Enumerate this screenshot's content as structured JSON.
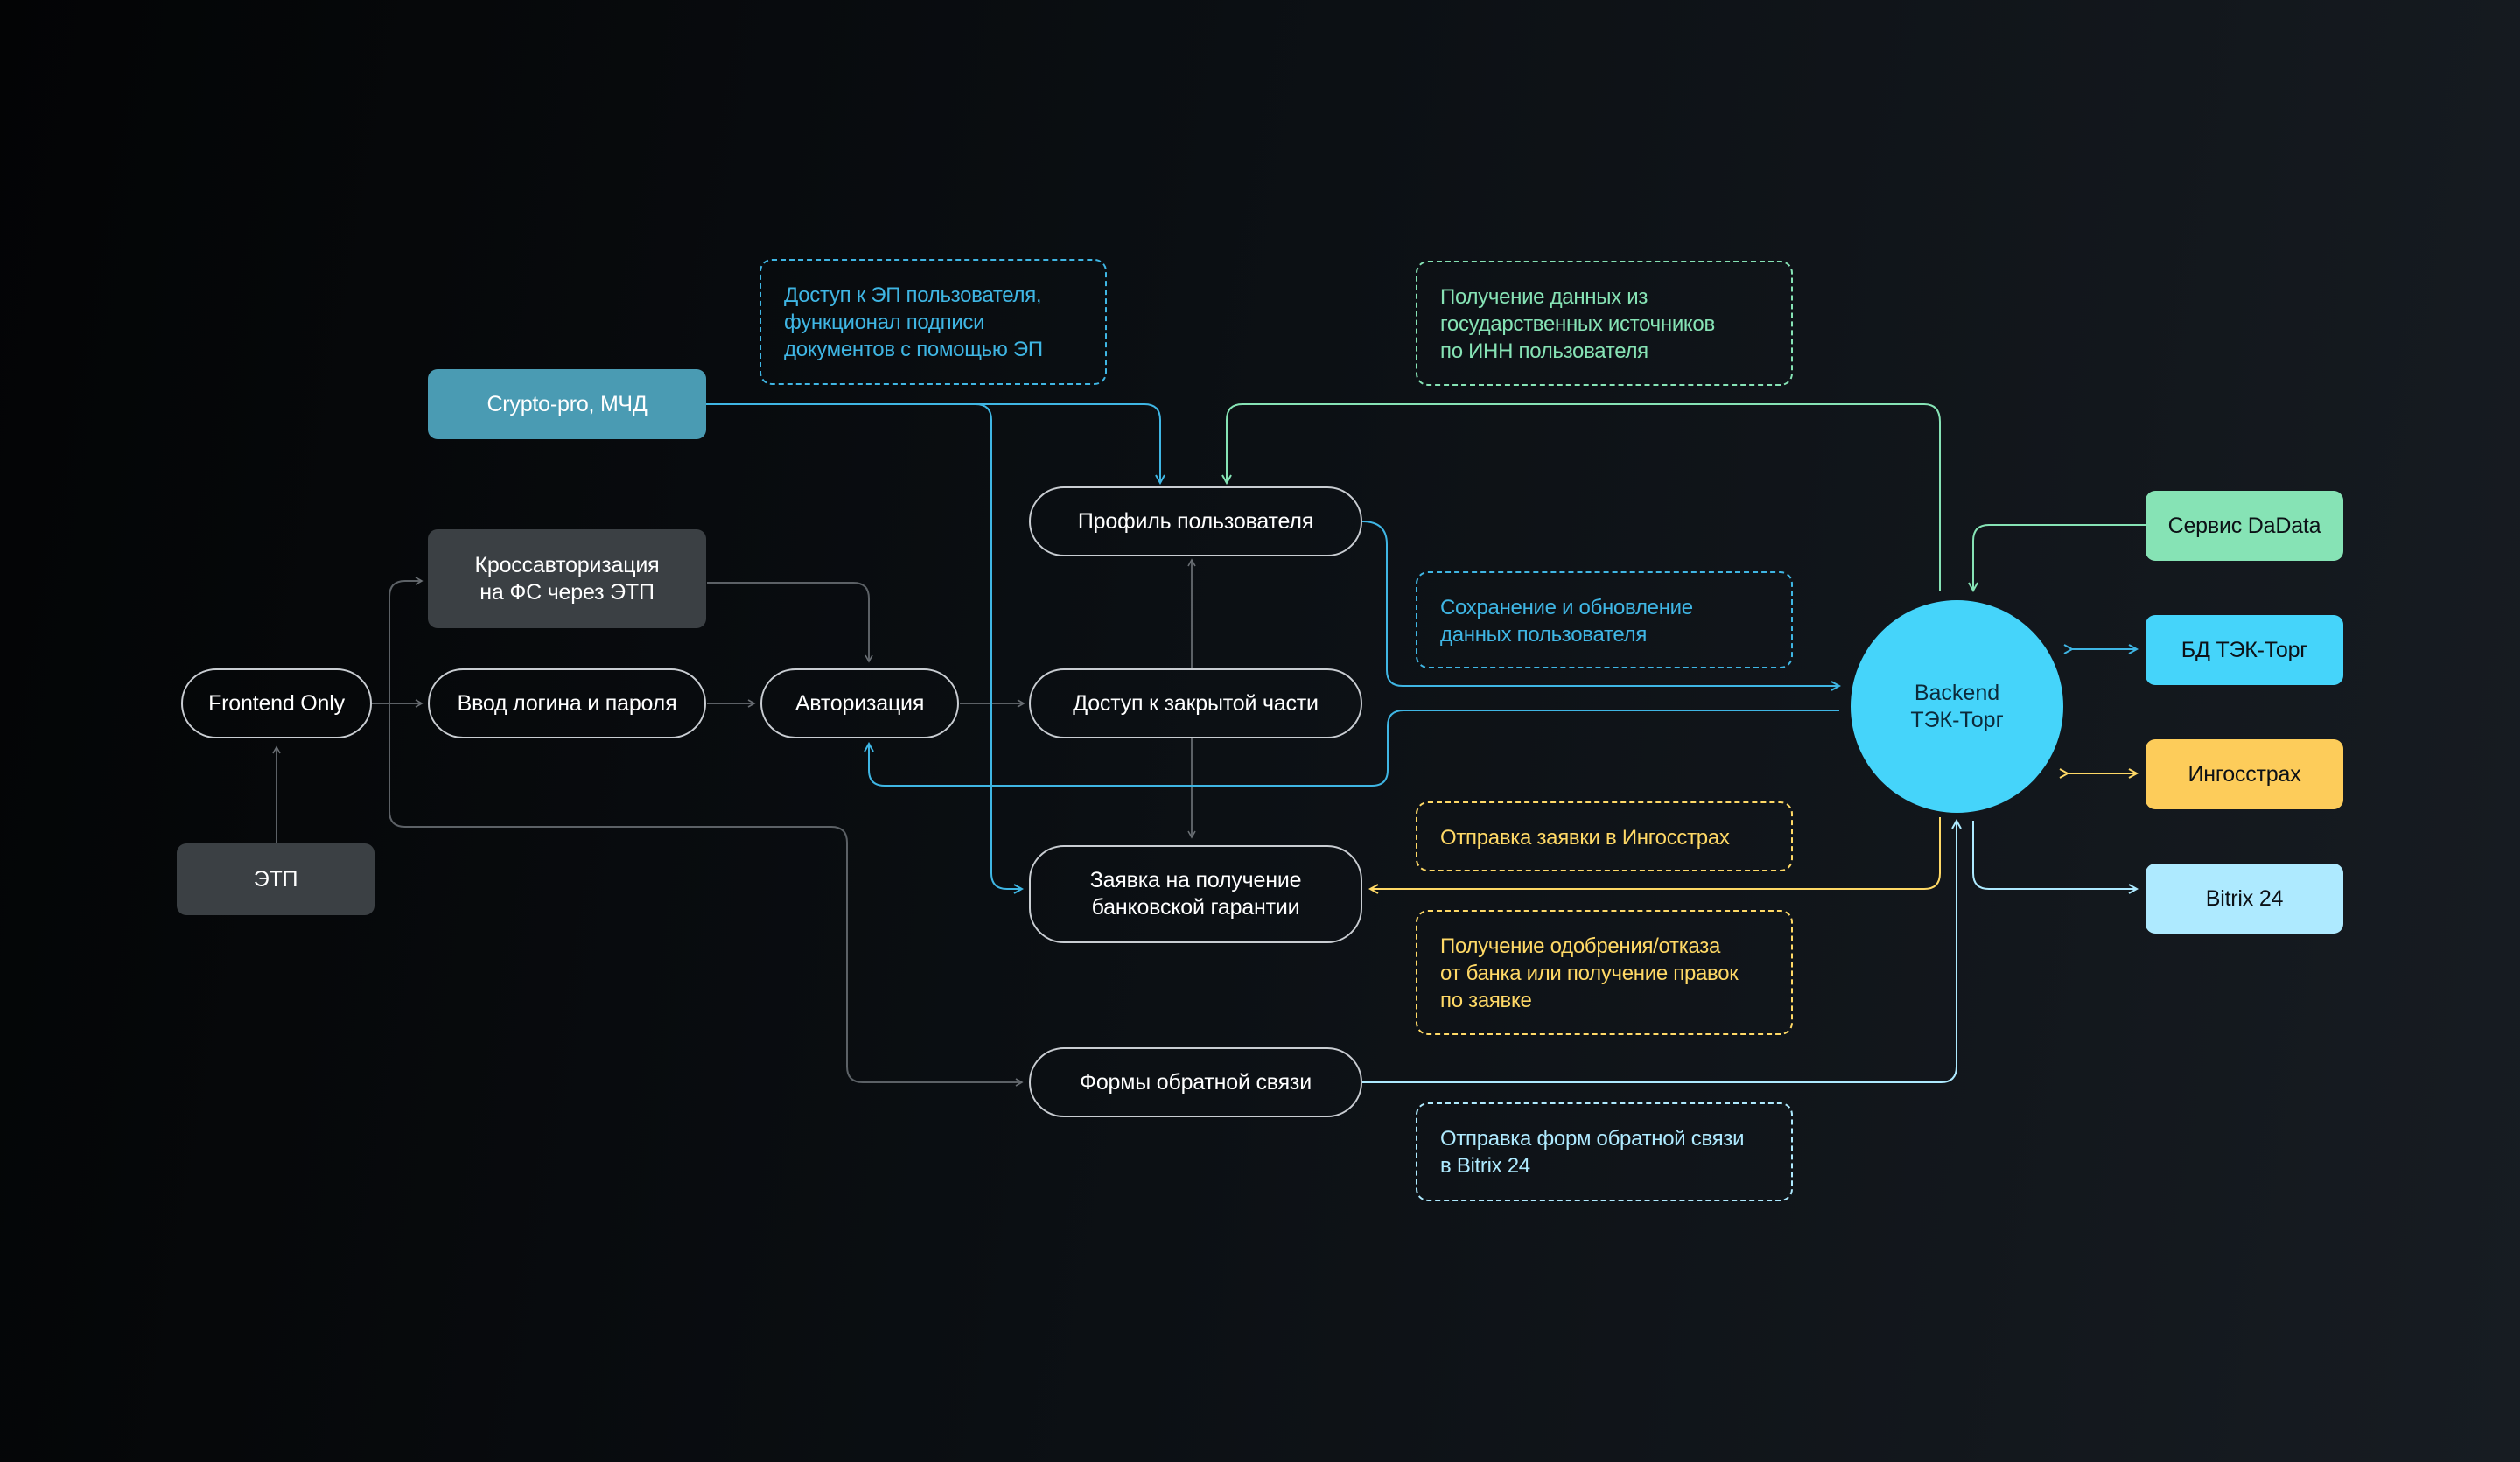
{
  "colors": {
    "background": "#0b0f13",
    "pill_border": "#c9cdd2",
    "gray_box": "#3b4044",
    "crypto": "#4a9bb3",
    "backend": "#45d4fa",
    "dadata": "#86e3b5",
    "db": "#45d4fa",
    "ingosstrakh": "#fdcc5a",
    "bitrix": "#aeeaff",
    "note_blue": "#3fb6e4",
    "note_green": "#86e3b5",
    "note_yellow": "#ffd966",
    "note_lightblue": "#aeeaff",
    "line_gray": "#5c6166"
  },
  "nodes": {
    "frontend": "Frontend Only",
    "etp": "ЭТП",
    "crypto": "Crypto-pro, МЧД",
    "cross_auth": "Кроссавторизация\nна ФС через ЭТП",
    "login": "Ввод логина и пароля",
    "auth": "Авторизация",
    "profile": "Профиль пользователя",
    "closed_access": "Доступ к закрытой части",
    "guarantee": "Заявка на получение\nбанковской гарантии",
    "feedback": "Формы обратной связи",
    "backend": "Backend\nТЭК-Торг",
    "dadata": "Сервис DaData",
    "db": "БД ТЭК-Торг",
    "ingosstrakh": "Ингосстрах",
    "bitrix": "Bitrix 24"
  },
  "notes": {
    "ep_access": "Доступ к ЭП пользователя,\nфункционал подписи\nдокументов с помощью ЭП",
    "gov_data": "Получение данных из\nгосударственных источников\nпо ИНН пользователя",
    "save_data": "Сохранение и обновление\nданных пользователя",
    "send_ingos": "Отправка заявки в Ингосстрах",
    "bank_approval": "Получение одобрения/отказа\nот банка или получение правок\nпо заявке",
    "send_bitrix": "Отправка форм обратной связи\nв Bitrix 24"
  }
}
